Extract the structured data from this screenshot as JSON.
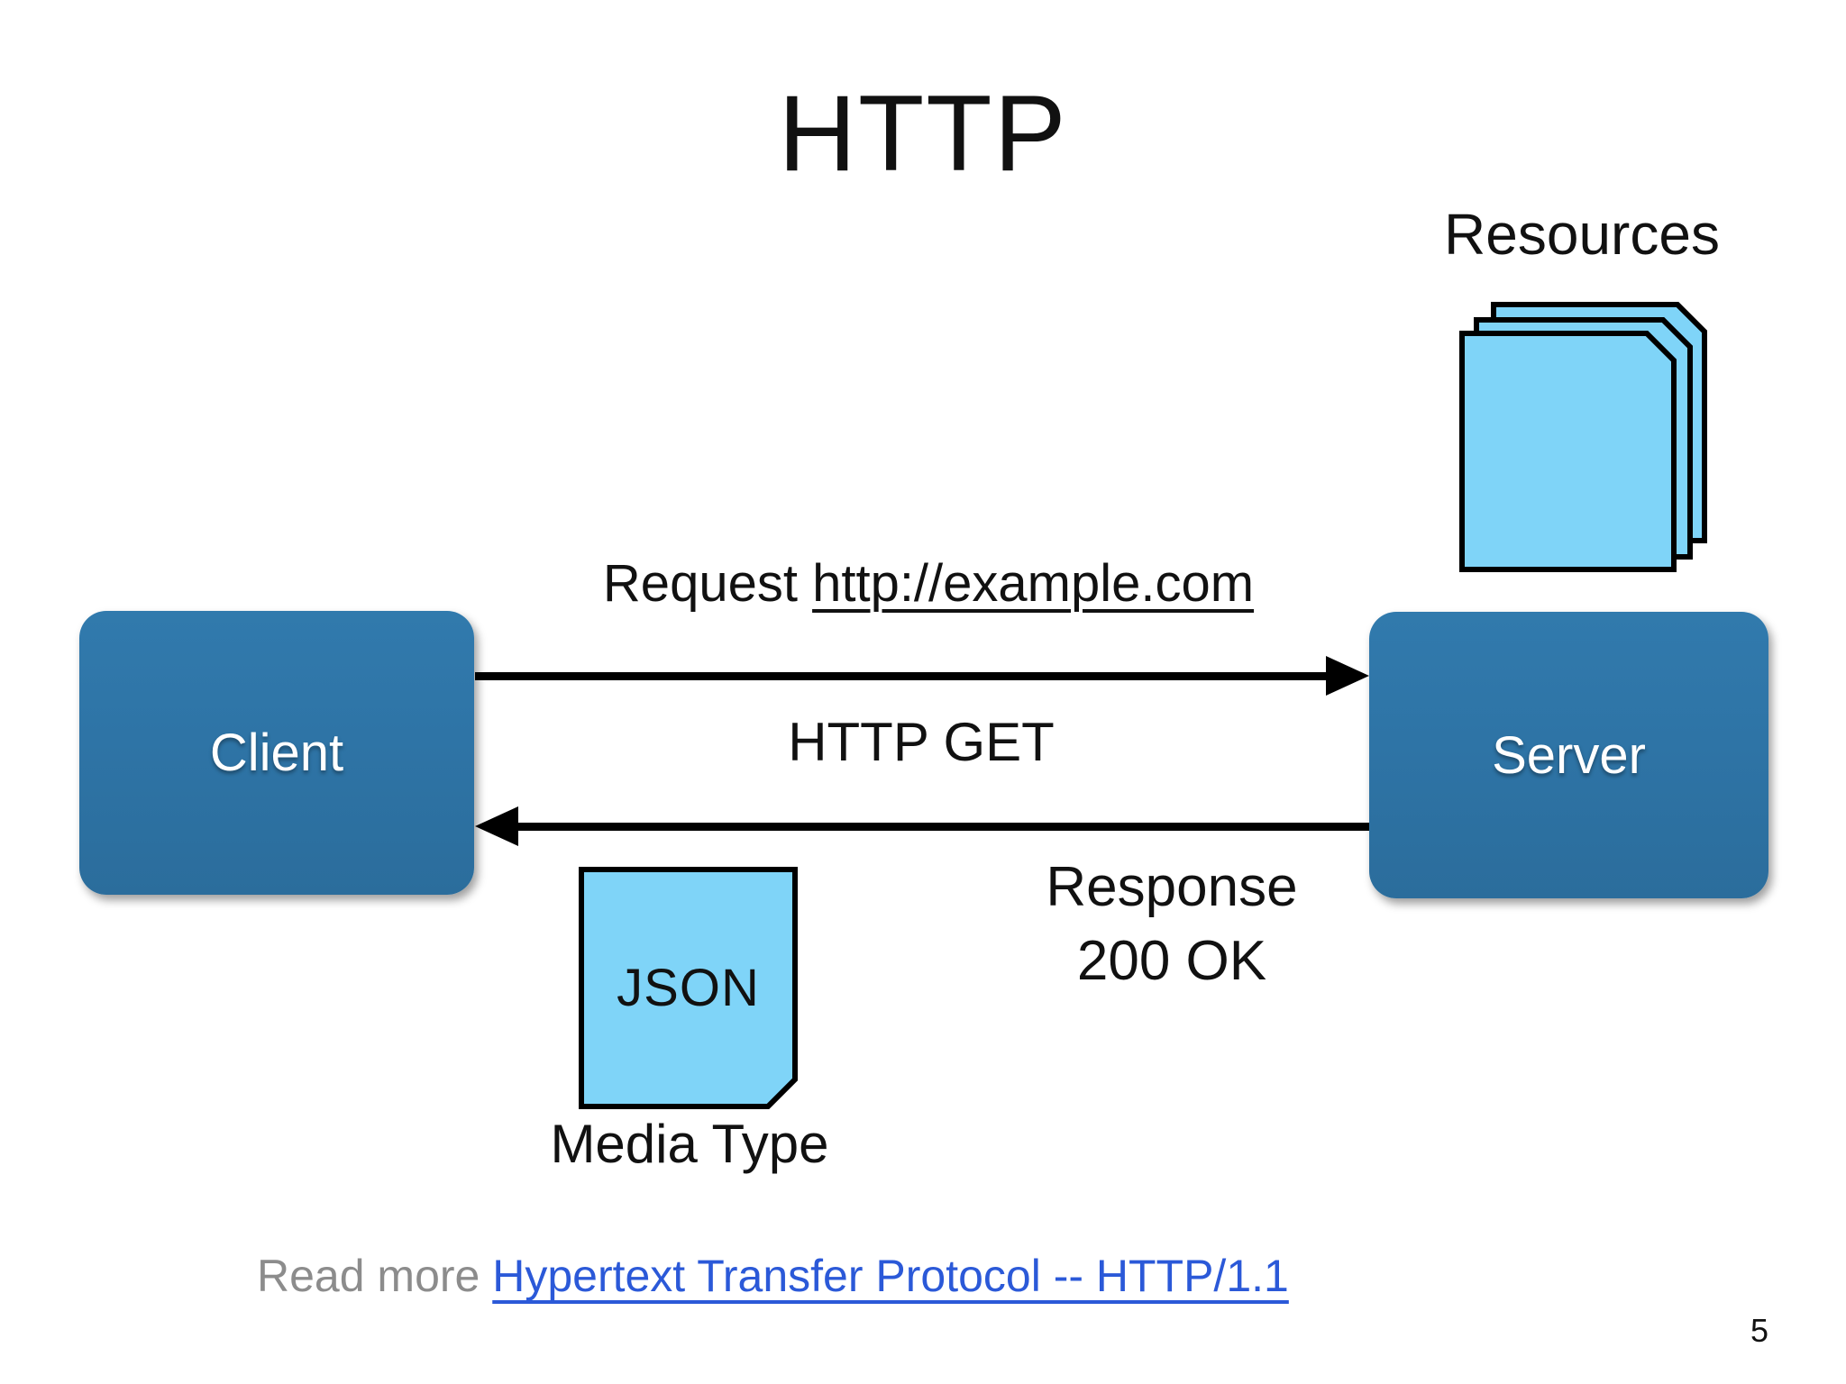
{
  "slide": {
    "title": "HTTP",
    "page_number": "5"
  },
  "colors": {
    "box_blue": "#2E74A6",
    "page_blue": "#7FD4F8",
    "link_blue": "#2B59D8",
    "muted_gray": "#8C8C8C",
    "text_black": "#111111"
  },
  "diagram": {
    "client_label": "Client",
    "server_label": "Server",
    "resources_label": "Resources",
    "request_prefix": "Request ",
    "request_url": "http://example.com",
    "method_label": "HTTP GET",
    "response_line1": "Response",
    "response_line2": "200 OK",
    "json_label": "JSON",
    "media_type_label": "Media Type"
  },
  "footer": {
    "read_more_prefix": "Read more ",
    "link_text": "Hypertext Transfer Protocol -- HTTP/1.1"
  }
}
